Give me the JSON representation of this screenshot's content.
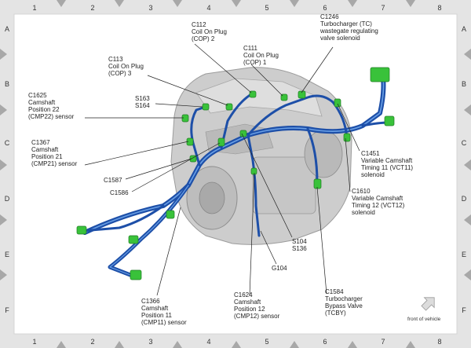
{
  "grid": {
    "columns": [
      "1",
      "2",
      "3",
      "4",
      "5",
      "6",
      "7",
      "8"
    ],
    "rows": [
      "A",
      "B",
      "C",
      "D",
      "E",
      "F"
    ]
  },
  "callouts": [
    {
      "id": "c112",
      "lines": [
        "C112",
        "Coil On Plug",
        "(COP) 2"
      ]
    },
    {
      "id": "c1246",
      "lines": [
        "C1246",
        "Turbocharger (TC)",
        "wastegate regulating",
        "valve solenoid"
      ]
    },
    {
      "id": "c111",
      "lines": [
        "C111",
        "Coil On Plug",
        "(COP) 1"
      ]
    },
    {
      "id": "c113",
      "lines": [
        "C113",
        "Coil On Plug",
        "(COP) 3"
      ]
    },
    {
      "id": "c1625",
      "lines": [
        "C1625",
        "Camshaft",
        "Position 22",
        "(CMP22) sensor"
      ]
    },
    {
      "id": "s163",
      "lines": [
        "S163",
        "S164"
      ]
    },
    {
      "id": "c1367",
      "lines": [
        "C1367",
        "Camshaft",
        "Position 21",
        "(CMP21) sensor"
      ]
    },
    {
      "id": "c1587",
      "lines": [
        "C1587"
      ]
    },
    {
      "id": "c1586",
      "lines": [
        "C1586"
      ]
    },
    {
      "id": "c1451",
      "lines": [
        "C1451",
        "Variable Camshaft",
        "Timing 11 (VCT11)",
        "solenoid"
      ]
    },
    {
      "id": "c1610",
      "lines": [
        "C1610",
        "Variable Camshaft",
        "Timing 12 (VCT12)",
        "solenoid"
      ]
    },
    {
      "id": "s104",
      "lines": [
        "S104",
        "S136"
      ]
    },
    {
      "id": "g104",
      "lines": [
        "G104"
      ]
    },
    {
      "id": "c1366",
      "lines": [
        "C1366",
        "Camshaft",
        "Position 11",
        "(CMP11) sensor"
      ]
    },
    {
      "id": "c1624",
      "lines": [
        "C1624",
        "Camshaft",
        "Position 12",
        "(CMP12) sensor"
      ]
    },
    {
      "id": "c1584",
      "lines": [
        "C1584",
        "Turbocharger",
        "Bypass Valve",
        "(TCBY)"
      ]
    }
  ],
  "front_label": "front of vehicle",
  "colors": {
    "harness": "#1d4fa8",
    "harness_light": "#6aa0e6",
    "connector": "#39c23a",
    "engine": "#c4c4c4",
    "border_gray": "#bdbdbd"
  }
}
